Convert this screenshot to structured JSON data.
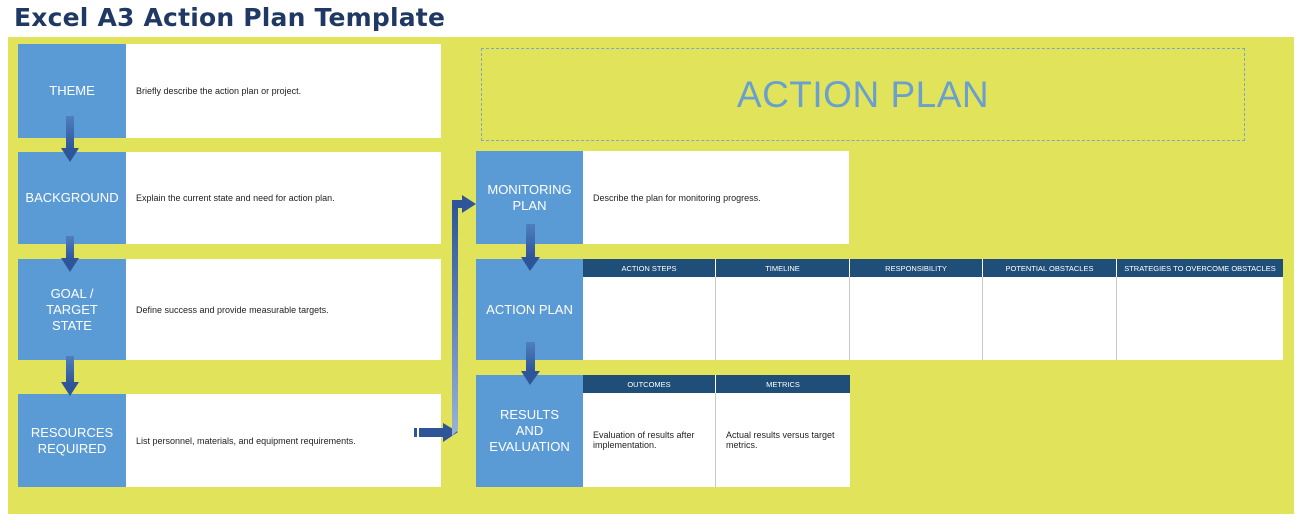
{
  "page_title": "Excel A3 Action Plan Template",
  "banner": "ACTION PLAN",
  "left_sections": [
    {
      "label": "THEME",
      "text": "Briefly describe the action plan or project."
    },
    {
      "label": "BACKGROUND",
      "text": "Explain the current state and need for action plan."
    },
    {
      "label": "GOAL / TARGET STATE",
      "text": "Define success and provide measurable targets."
    },
    {
      "label": "RESOURCES REQUIRED",
      "text": "List personnel, materials, and equipment requirements."
    }
  ],
  "monitoring": {
    "label": "MONITORING PLAN",
    "text": "Describe the plan for monitoring progress."
  },
  "action_plan": {
    "label": "ACTION PLAN",
    "columns": [
      "ACTION STEPS",
      "TIMELINE",
      "RESPONSIBILITY",
      "POTENTIAL OBSTACLES",
      "STRATEGIES TO OVERCOME OBSTACLES"
    ]
  },
  "results": {
    "label": "RESULTS AND EVALUATION",
    "columns": [
      "OUTCOMES",
      "METRICS"
    ],
    "values": [
      "Evaluation of results after implementation.",
      "Actual results versus target metrics."
    ]
  },
  "colors": {
    "background": "#e1e45a",
    "section_blue": "#5b9bd5",
    "header_navy": "#1f4e79",
    "arrow": "#2e5597"
  }
}
